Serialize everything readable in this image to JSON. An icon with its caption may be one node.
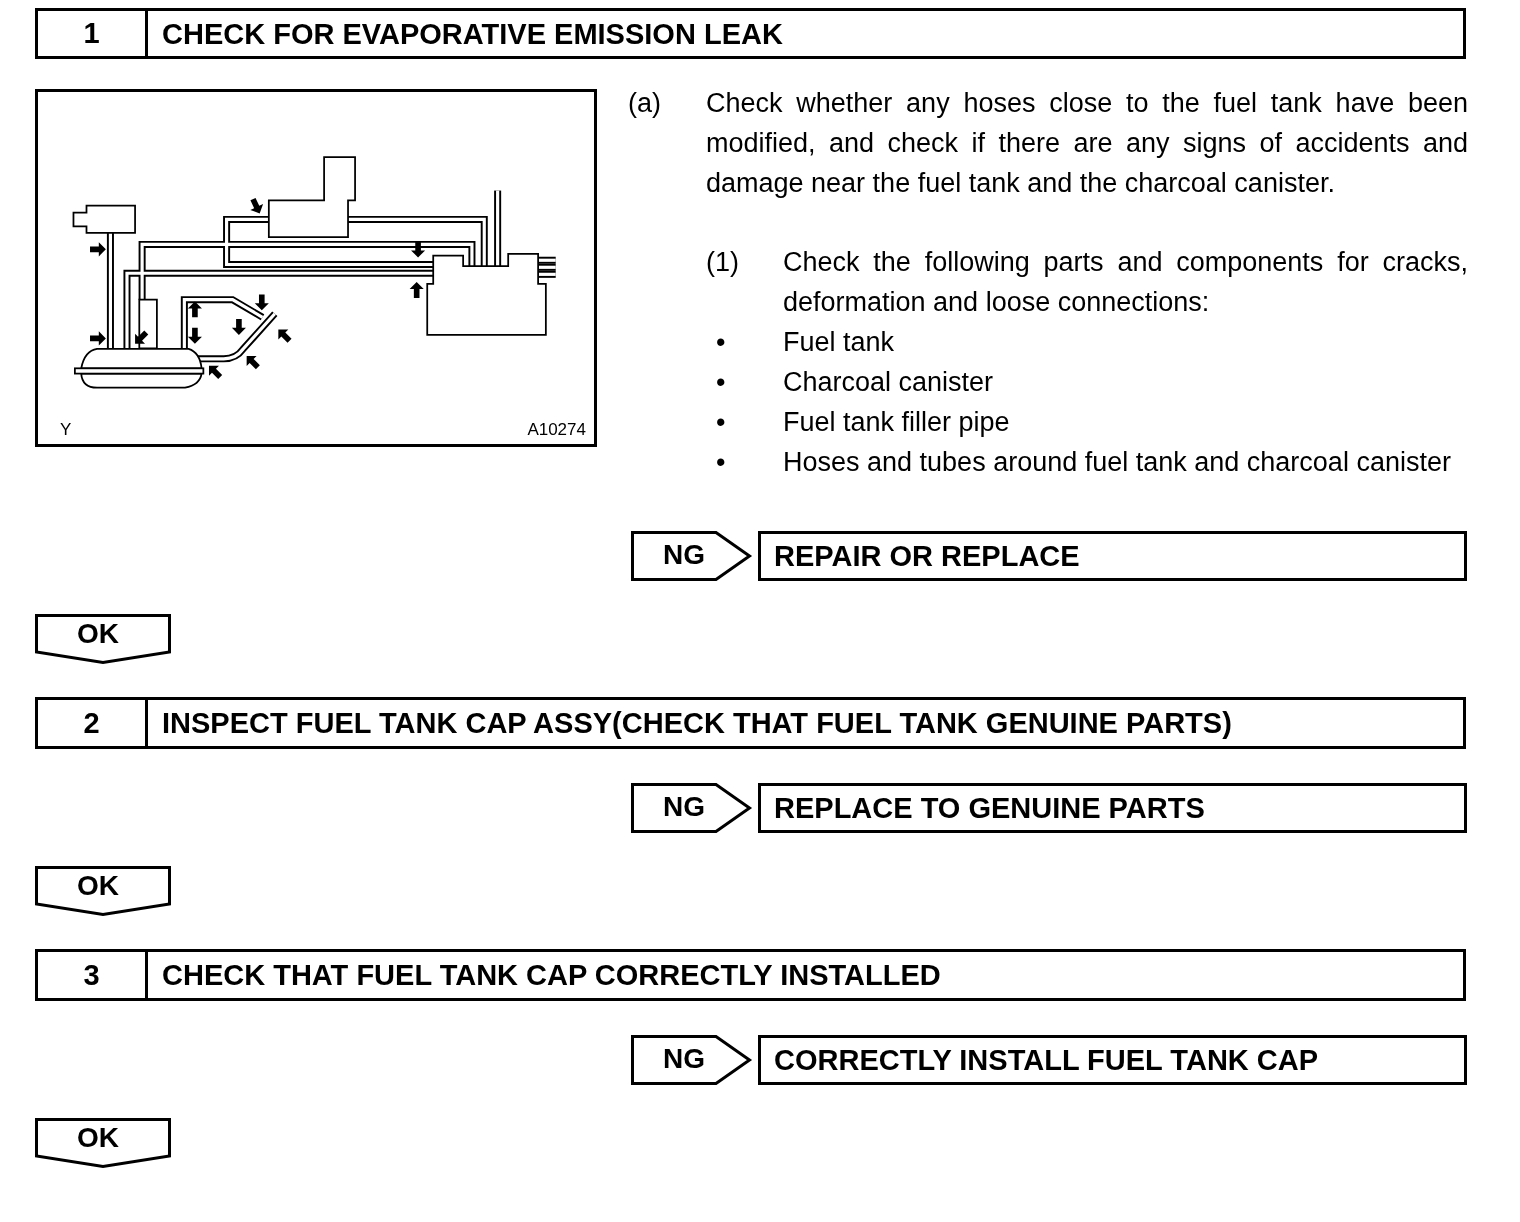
{
  "diagram": {
    "nodes": [
      {
        "text": [
          "1",
          "CHECK FOR EVAPORATIVE EMISSION LEAK"
        ]
      },
      {
        "text": [
          "Y",
          "A10274"
        ]
      },
      {
        "text": [
          "NG"
        ]
      },
      {
        "text": [
          "REPAIR OR REPLACE"
        ]
      },
      {
        "text": [
          "OK"
        ]
      },
      {
        "text": [
          "2",
          "INSPECT FUEL TANK CAP ASSY(CHECK THAT FUEL TANK GENUINE PARTS)"
        ]
      },
      {
        "text": [
          "NG"
        ]
      },
      {
        "text": [
          "REPLACE TO GENUINE PARTS"
        ]
      },
      {
        "text": [
          "OK"
        ]
      },
      {
        "text": [
          "3",
          "CHECK THAT FUEL TANK CAP CORRECTLY INSTALLED"
        ]
      },
      {
        "text": [
          "NG"
        ]
      },
      {
        "text": [
          "CORRECTLY INSTALL FUEL TANK CAP"
        ]
      },
      {
        "text": [
          "OK"
        ]
      }
    ],
    "labels": [
      "(a)",
      "Check whether any hoses close to the fuel tank have been modified, and check if there are any signs of accidents and damage near the fuel tank and the charcoal canister.",
      "(1)",
      "Check the following parts and components for cracks, deformation and loose connections:",
      "•",
      "Fuel tank",
      "•",
      "Charcoal canister",
      "•",
      "Fuel tank filler pipe",
      "•",
      "Hoses and tubes around fuel tank and charcoal canister"
    ]
  }
}
